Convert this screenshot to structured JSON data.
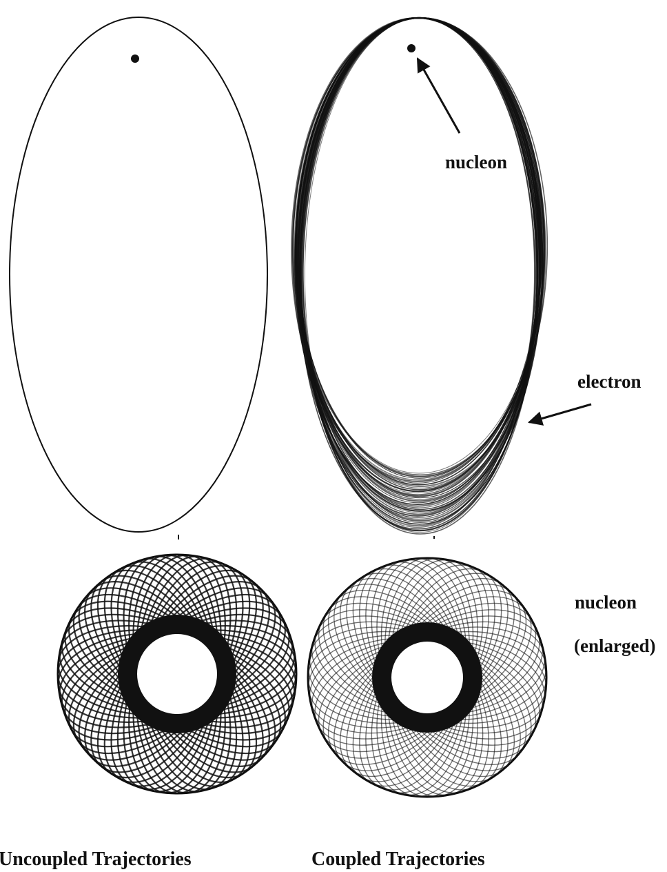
{
  "labels": {
    "nucleon_arrow": "nucleon",
    "electron_arrow": "electron",
    "nucleon_side": "nucleon",
    "enlarged": "(enlarged)"
  },
  "captions": {
    "left": "Uncoupled Trajectories",
    "right": "Coupled Trajectories"
  },
  "colors": {
    "ink": "#111111",
    "background": "#ffffff"
  }
}
